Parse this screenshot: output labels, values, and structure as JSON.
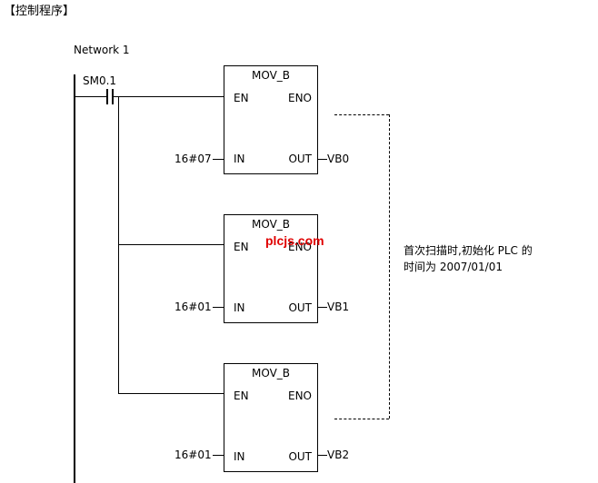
{
  "heading": "【控制程序】",
  "network_label": "Network 1",
  "contact_label": "SM0.1",
  "blocks": [
    {
      "title": "MOV_B",
      "en": "EN",
      "eno": "ENO",
      "in_pin": "IN",
      "out_pin": "OUT",
      "in_value": "16#07",
      "out_value": "VB0"
    },
    {
      "title": "MOV_B",
      "en": "EN",
      "eno": "ENO",
      "in_pin": "IN",
      "out_pin": "OUT",
      "in_value": "16#01",
      "out_value": "VB1"
    },
    {
      "title": "MOV_B",
      "en": "EN",
      "eno": "ENO",
      "in_pin": "IN",
      "out_pin": "OUT",
      "in_value": "16#01",
      "out_value": "VB2"
    }
  ],
  "comment_line1": "首次扫描时,初始化 PLC 的",
  "comment_line2": "时间为 2007/01/01",
  "watermark": "plcjs.com"
}
